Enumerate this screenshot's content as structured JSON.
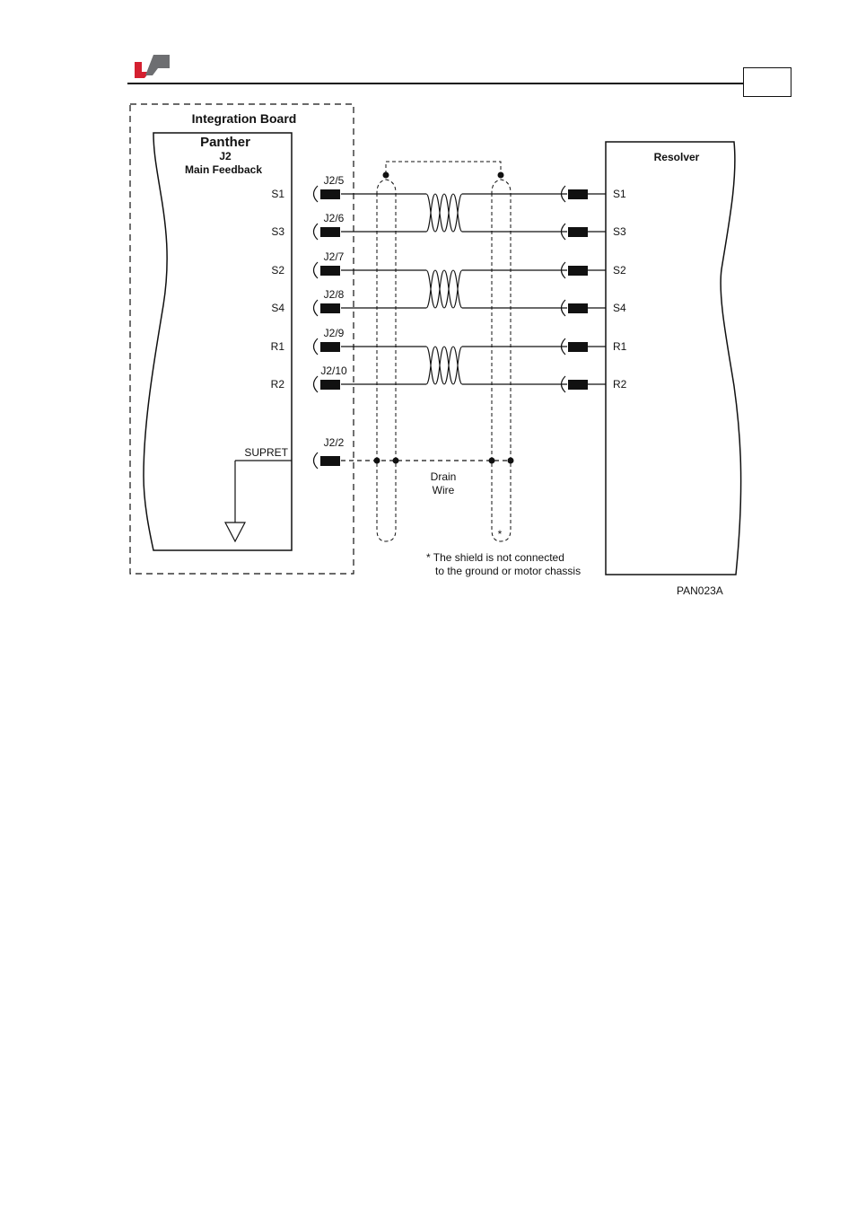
{
  "header": {
    "logo_colors": {
      "red": "#d42030",
      "gray": "#6d6e71"
    },
    "page_number": ""
  },
  "diagram": {
    "integration_board_label": "Integration Board",
    "panther": {
      "title": "Panther",
      "connector": "J2",
      "subtitle": "Main Feedback"
    },
    "resolver_label": "Resolver",
    "signals": [
      {
        "name": "S1",
        "pin": "J2/5"
      },
      {
        "name": "S3",
        "pin": "J2/6"
      },
      {
        "name": "S2",
        "pin": "J2/7"
      },
      {
        "name": "S4",
        "pin": "J2/8"
      },
      {
        "name": "R1",
        "pin": "J2/9"
      },
      {
        "name": "R2",
        "pin": "J2/10"
      }
    ],
    "supret": {
      "name": "SUPRET",
      "pin": "J2/2"
    },
    "drain_wire": {
      "line1": "Drain",
      "line2": "Wire"
    },
    "asterisk": "*",
    "shield_note": {
      "line1": "* The shield is not connected",
      "line2": "to the ground or motor chassis"
    },
    "figure_id": "PAN023A"
  }
}
